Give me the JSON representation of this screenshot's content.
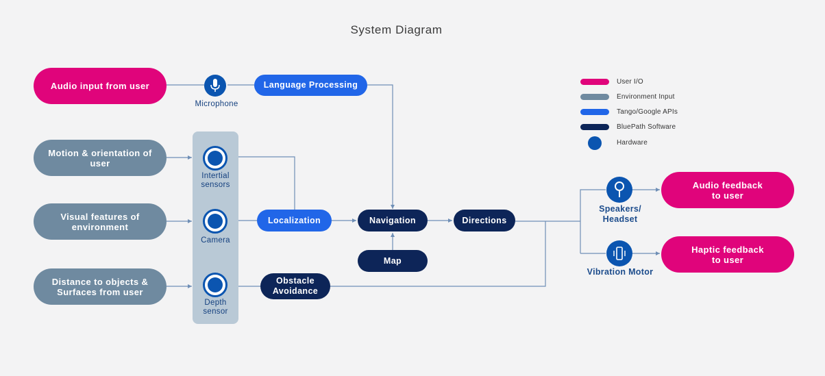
{
  "title": "System Diagram",
  "inputs": {
    "audio": "Audio input from user",
    "motion": "Motion & orientation of user",
    "visual": "Visual features of environment",
    "distance": "Distance to objects & Surfaces from user"
  },
  "hardware": {
    "microphone": "Microphone",
    "inertial": "Intertial sensors",
    "camera": "Camera",
    "depth": "Depth sensor",
    "speakers": "Speakers/ Headset",
    "vibration": "Vibration Motor"
  },
  "apis": {
    "language": "Language Processing",
    "localization": "Localization"
  },
  "software": {
    "navigation": "Navigation",
    "map": "Map",
    "directions": "Directions",
    "obstacle": "Obstacle Avoidance"
  },
  "outputs": {
    "audio": "Audio feedback to user",
    "haptic": "Haptic feedback to user"
  },
  "legend": [
    {
      "label": "User I/O",
      "color": "#e0047b"
    },
    {
      "label": "Environment Input",
      "color": "#6f8aa0"
    },
    {
      "label": "Tango/Google APIs",
      "color": "#2166e8"
    },
    {
      "label": "BluePath Software",
      "color": "#0d2558"
    },
    {
      "label": "Hardware",
      "color": "#0b55b0"
    }
  ]
}
